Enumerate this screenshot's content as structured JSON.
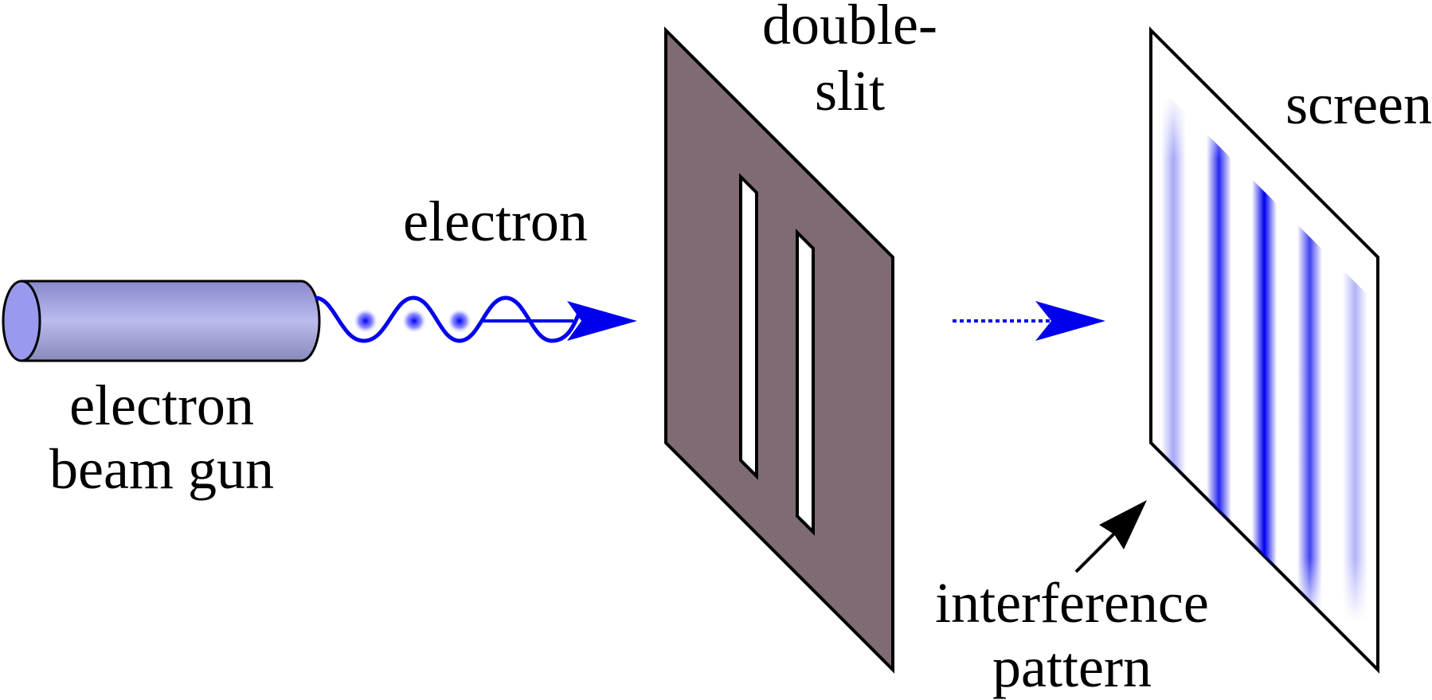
{
  "labels": {
    "electron": "electron",
    "gun_line1": "electron",
    "gun_line2": "beam gun",
    "slit_line1": "double-",
    "slit_line2": "slit",
    "screen": "screen",
    "pattern_line1": "interference",
    "pattern_line2": "pattern"
  },
  "colors": {
    "beam": "#0000ee",
    "gun_body": "#aaaadd",
    "gun_face": "#9999ee",
    "barrier": "#7f6b74",
    "outline": "#000000"
  },
  "interference_pattern": {
    "fringe_intensities": [
      0.35,
      0.85,
      1.0,
      0.75,
      0.3
    ]
  }
}
